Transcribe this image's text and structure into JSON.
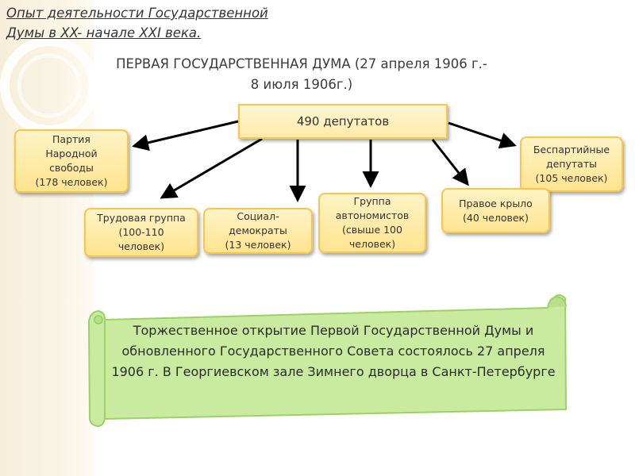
{
  "header": {
    "line1": "Опыт деятельности Государственной",
    "line2": "Думы в XX- начале XXI века."
  },
  "title": "ПЕРВАЯ ГОСУДАРСТВЕННАЯ ДУМА (27 апреля 1906 г.- 8 июля 1906г.)",
  "center": "490 депутатов",
  "groups": {
    "kadets": "Партия\nНародной\nсвободы\n(178 человек)",
    "nonparty": "Беспартийные\nдепутаты\n(105 человек)",
    "trudovik": "Трудовая группа\n(100-110\nчеловек)",
    "socdem": "Социал-\nдемократы\n(13 человек)",
    "autonom": "Группа\nавтономистов\n(свыше 100\nчеловек)",
    "right": "Правое крыло\n(40 человек)"
  },
  "note": "Торжественное открытие Первой Государственной Думы и обновленного Государственного Совета  состоялось 27 апреля 1906 г. В Георгиевском зале Зимнего дворца в Санкт-Петербурге",
  "colors": {
    "box_fill": "#ffe48f",
    "box_border": "#f7c64b",
    "scroll_fill": "#c8eba0",
    "scroll_border": "#9ed06a"
  }
}
